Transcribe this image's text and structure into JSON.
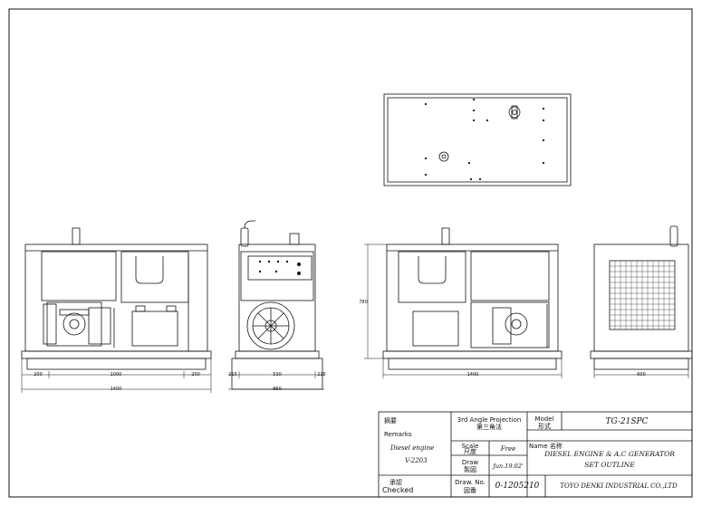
{
  "title_block": {
    "remarks_jp": "摘要",
    "remarks_en": "Remarks",
    "engine_label": "Diesel engine",
    "engine_model": "V-2203",
    "projection_en": "3rd Angle Projection",
    "projection_jp": "第三角法",
    "model_label_en": "Model",
    "model_label_jp": "形式",
    "model_value": "TG-21SPC",
    "scale_label_en": "Scale",
    "scale_label_jp": "尺度",
    "scale_value": "Free",
    "name_label": "Name 名称",
    "name_line1": "DIESEL ENGINE & A.C GENERATOR",
    "name_line2": "SET OUTLINE",
    "drawn_label_en": "Draw",
    "drawn_label_jp": "製図",
    "drawn_date": "Jun.19.02'",
    "checked_label_jp": "承認",
    "checked_label_en": "Checked",
    "drawing_no_label_en": "Draw. No.",
    "drawing_no_label_jp": "図番",
    "drawing_no": "0-1205210",
    "company": "TOYO DENKI INDUSTRIAL CO.,LTD"
  },
  "dimensions": {
    "side_left_1": "200",
    "side_left_2": "1000",
    "side_left_3": "200",
    "side_left_total": "1400",
    "front_1": "215",
    "front_2": "530",
    "front_3": "215",
    "front_total": "960",
    "rear_total": "1400",
    "end_total": "600",
    "height": "780"
  }
}
